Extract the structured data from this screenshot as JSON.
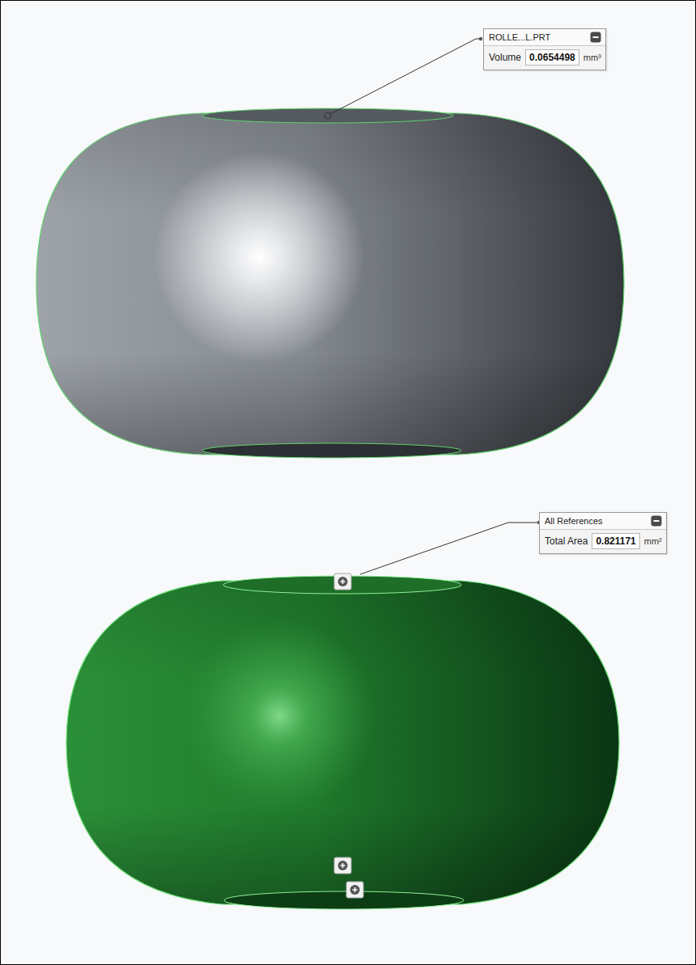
{
  "diagram": {
    "nodes": [
      {
        "text": [
          "ROLLE...L.PRT",
          "Volume",
          "0.0654498",
          "mm³"
        ]
      },
      {
        "text": [
          "All References",
          "Total Area",
          "0.821171",
          "mm²"
        ]
      }
    ]
  }
}
